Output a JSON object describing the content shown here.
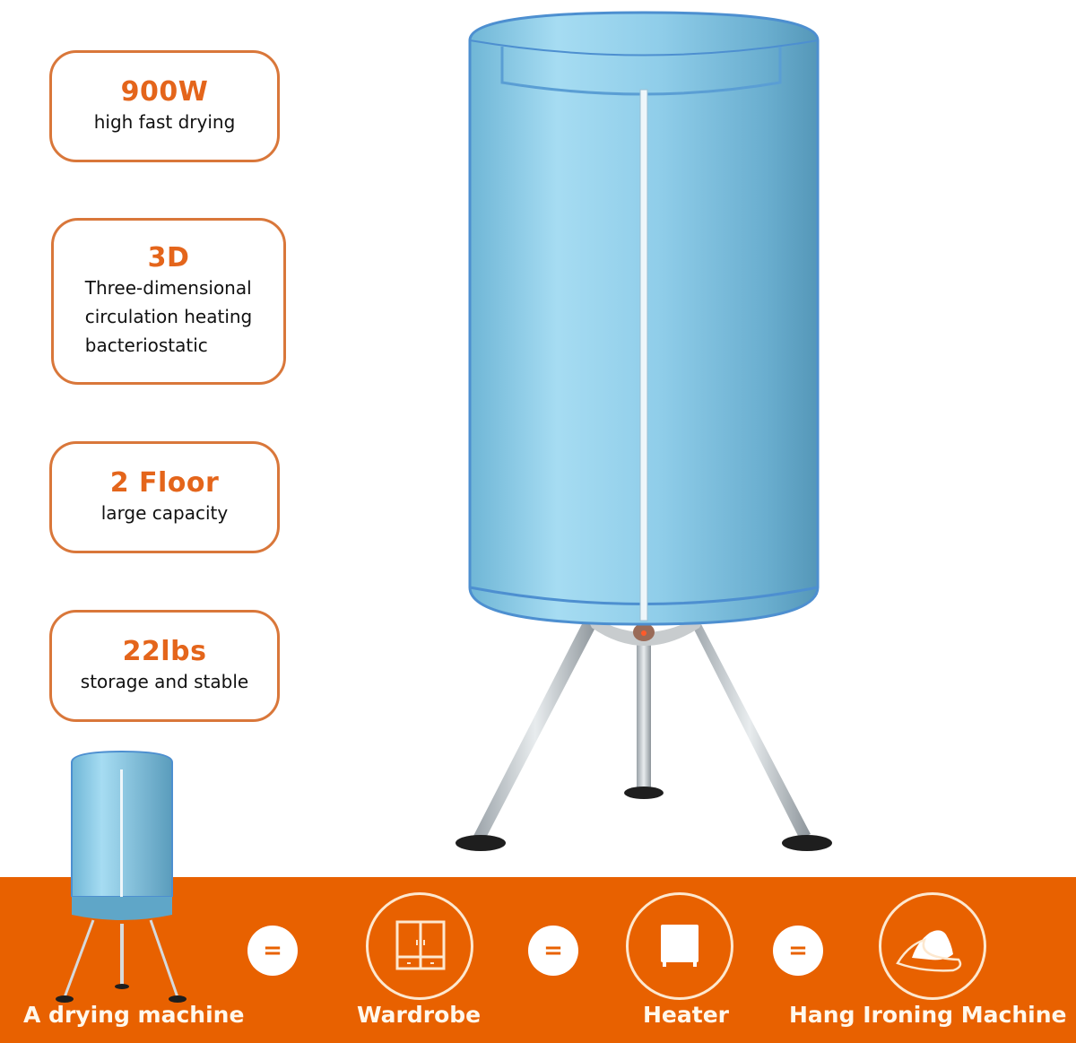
{
  "features": [
    {
      "title": "900W",
      "description": "high fast drying"
    },
    {
      "title": "3D",
      "description": "Three-dimensional\ncirculation heating\nbacteriostatic"
    },
    {
      "title": "2 Floor",
      "description": "large capacity"
    },
    {
      "title": "22lbs",
      "description": "storage and stable"
    }
  ],
  "equation": {
    "items": [
      {
        "label": "A drying machine",
        "icon": "dryer-thumbnail"
      },
      {
        "label": "Wardrobe",
        "icon": "wardrobe-icon"
      },
      {
        "label": "Heater",
        "icon": "heater-icon"
      },
      {
        "label": "Hang Ironing Machine",
        "icon": "steam-iron-icon"
      }
    ],
    "operator": "="
  },
  "colors": {
    "accent_orange": "#e86100",
    "card_border": "#d9773a",
    "title_orange": "#e4651b",
    "product_blue": "#8fd0ec"
  }
}
